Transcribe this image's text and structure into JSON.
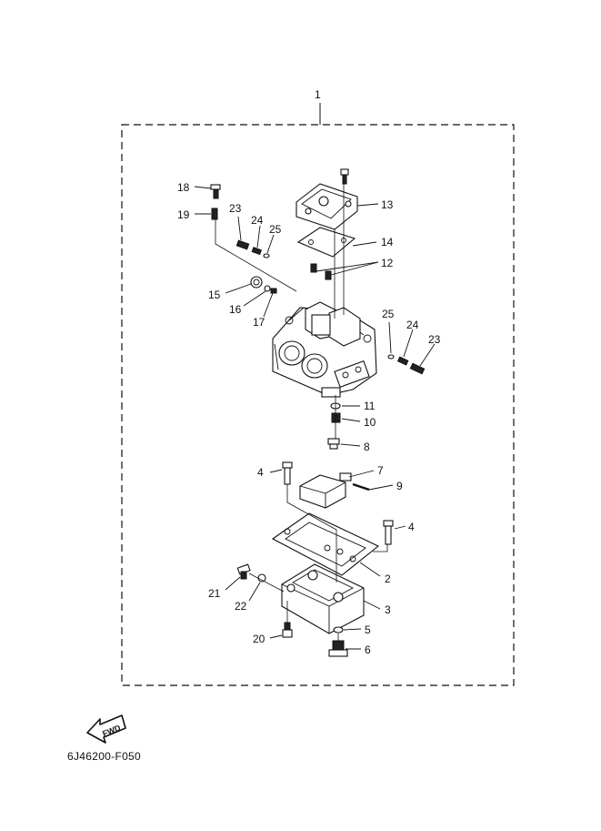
{
  "diagram": {
    "callouts": [
      {
        "id": "c1",
        "label": "1"
      },
      {
        "id": "c2",
        "label": "2"
      },
      {
        "id": "c3",
        "label": "3"
      },
      {
        "id": "c4a",
        "label": "4"
      },
      {
        "id": "c4b",
        "label": "4"
      },
      {
        "id": "c5",
        "label": "5"
      },
      {
        "id": "c6",
        "label": "6"
      },
      {
        "id": "c7",
        "label": "7"
      },
      {
        "id": "c8",
        "label": "8"
      },
      {
        "id": "c9",
        "label": "9"
      },
      {
        "id": "c10",
        "label": "10"
      },
      {
        "id": "c11",
        "label": "11"
      },
      {
        "id": "c12",
        "label": "12"
      },
      {
        "id": "c13",
        "label": "13"
      },
      {
        "id": "c14",
        "label": "14"
      },
      {
        "id": "c15",
        "label": "15"
      },
      {
        "id": "c16",
        "label": "16"
      },
      {
        "id": "c17",
        "label": "17"
      },
      {
        "id": "c18",
        "label": "18"
      },
      {
        "id": "c19",
        "label": "19"
      },
      {
        "id": "c20",
        "label": "20"
      },
      {
        "id": "c21",
        "label": "21"
      },
      {
        "id": "c22",
        "label": "22"
      },
      {
        "id": "c23a",
        "label": "23"
      },
      {
        "id": "c23b",
        "label": "23"
      },
      {
        "id": "c24a",
        "label": "24"
      },
      {
        "id": "c24b",
        "label": "24"
      },
      {
        "id": "c25a",
        "label": "25"
      },
      {
        "id": "c25b",
        "label": "25"
      }
    ],
    "fwd_label": "FWD",
    "figure_code": "6J46200-F050"
  }
}
